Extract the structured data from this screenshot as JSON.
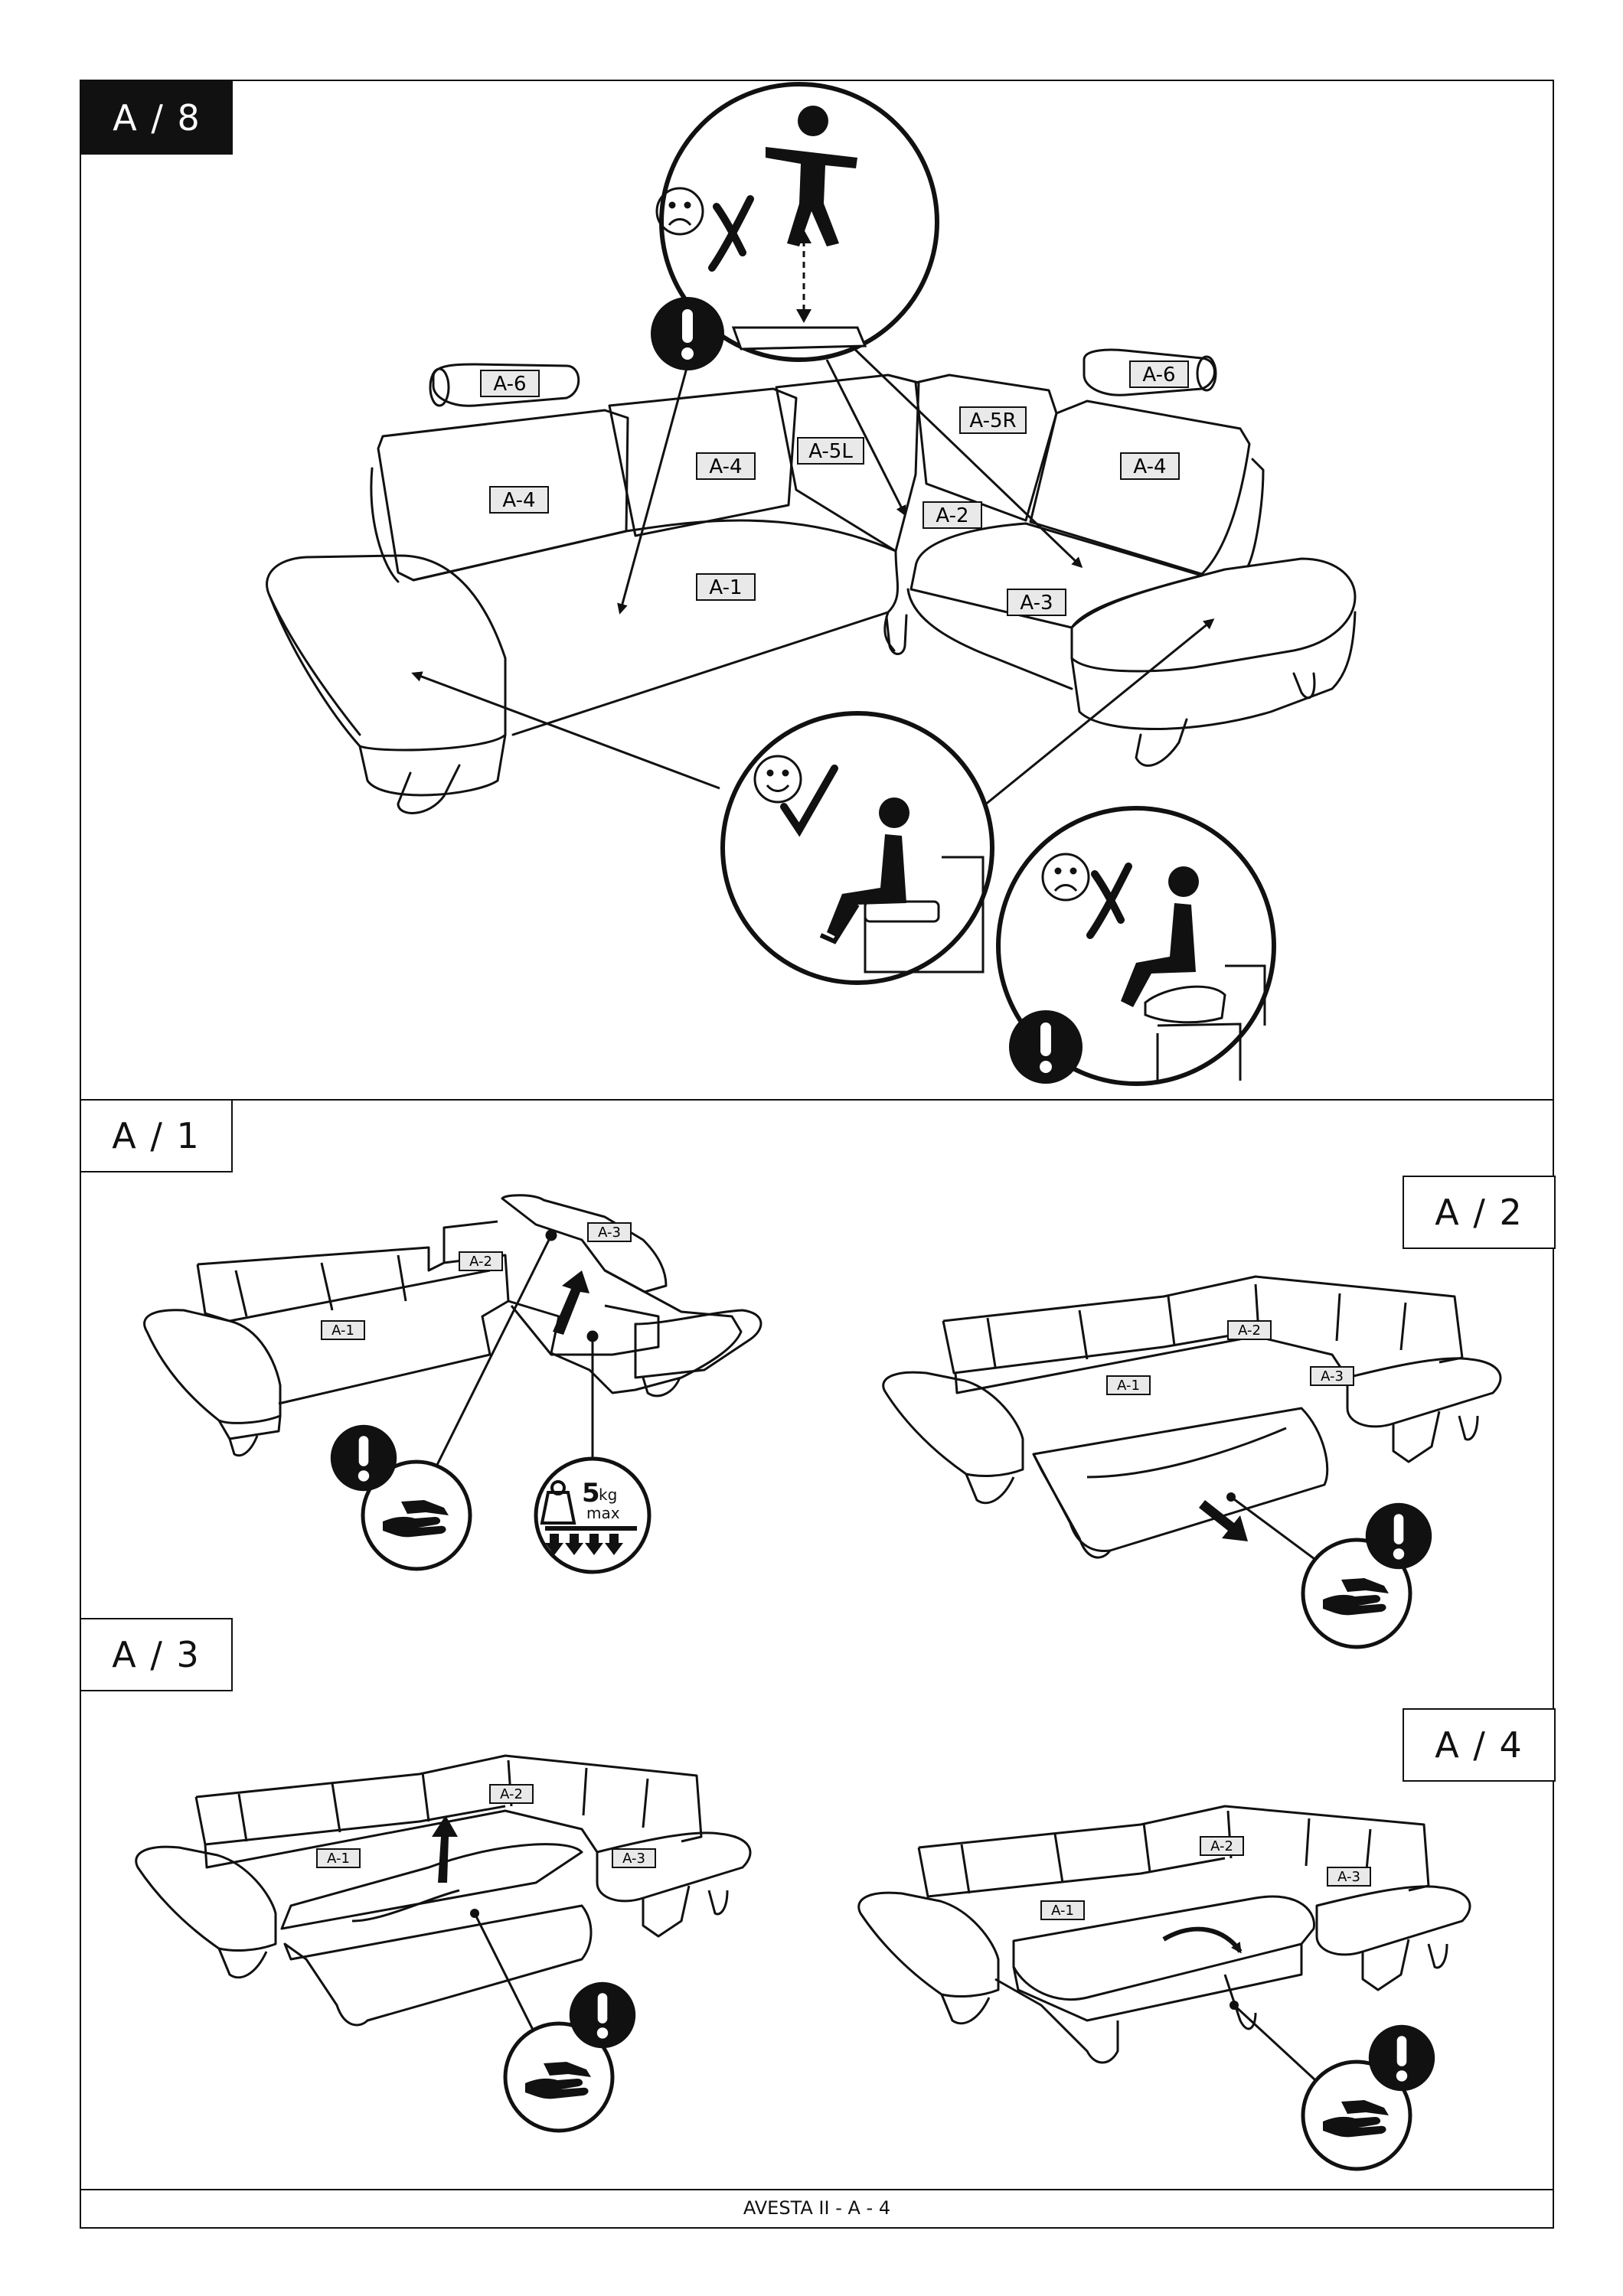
{
  "sections": {
    "a8": "A / 8",
    "a1": "A / 1",
    "a2": "A / 2",
    "a3": "A / 3",
    "a4": "A / 4"
  },
  "parts": {
    "a1": "A-1",
    "a2": "A-2",
    "a3": "A-3",
    "a4": "A-4",
    "a5l": "A-5L",
    "a5r": "A-5R",
    "a6": "A-6"
  },
  "weight": {
    "value": "5",
    "unit": "kg",
    "qualifier": "max"
  },
  "footer": "AVESTA II - A - 4",
  "icons": [
    "warning-icon",
    "sad-face-icon",
    "happy-face-icon",
    "cross-mark-icon",
    "check-mark-icon",
    "hand-icon",
    "weight-icon",
    "standing-person-icon",
    "seated-person-icon"
  ]
}
